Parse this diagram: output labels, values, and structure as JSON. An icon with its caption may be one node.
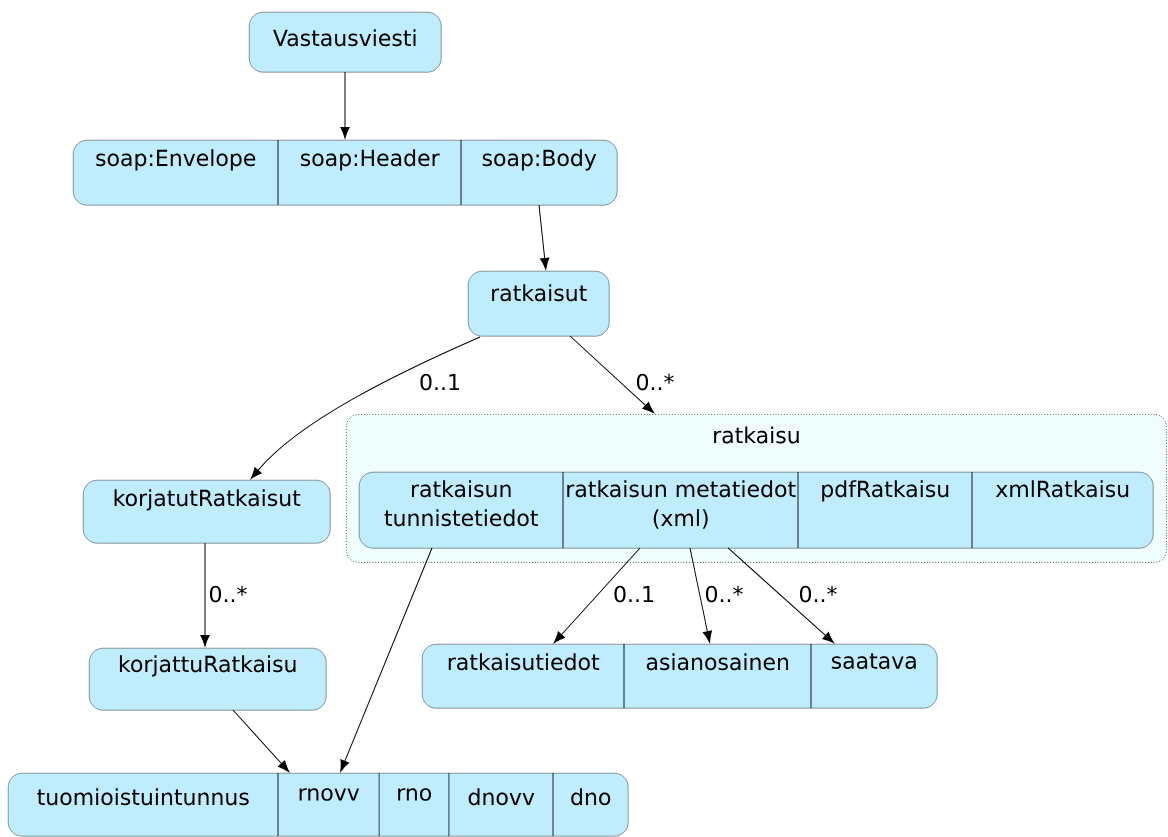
{
  "diagram": {
    "nodes": [
      {
        "text": [
          "Vastausviesti"
        ]
      },
      {
        "text": [],
        "shape": "box"
      },
      {
        "text": [
          "soap:Envelope"
        ],
        "in": 1
      },
      {
        "text": [
          "soap:Header"
        ],
        "in": 1
      },
      {
        "text": [
          "soap:Body"
        ],
        "in": 1
      },
      {
        "text": [
          "ratkaisut"
        ]
      },
      {
        "text": [
          "ratkaisu"
        ]
      },
      {
        "text": [],
        "shape": "box",
        "in": 6
      },
      {
        "text": [
          "ratkaisun tunnistetiedot"
        ],
        "in": 7
      },
      {
        "text": [
          "ratkaisun metatiedot (xml)"
        ],
        "in": 7
      },
      {
        "text": [
          "pdfRatkaisu"
        ],
        "in": 7
      },
      {
        "text": [
          "xmlRatkaisu"
        ],
        "in": 7
      },
      {
        "text": [
          "korjatutRatkaisut"
        ]
      },
      {
        "text": [
          "korjattuRatkaisu"
        ]
      },
      {
        "text": [],
        "shape": "box"
      },
      {
        "text": [
          "ratkaisutiedot"
        ],
        "in": 14
      },
      {
        "text": [
          "asianosainen"
        ],
        "in": 14
      },
      {
        "text": [
          "saatava"
        ],
        "in": 14
      },
      {
        "text": [],
        "shape": "box"
      },
      {
        "text": [
          "tuomioistuintunnus"
        ],
        "in": 18
      },
      {
        "text": [
          "rnovv"
        ],
        "in": 18
      },
      {
        "text": [
          "rno"
        ],
        "in": 18
      },
      {
        "text": [
          "dnovv"
        ],
        "in": 18
      },
      {
        "text": [
          "dno"
        ],
        "in": 18
      }
    ],
    "edges": [
      {
        "from": 0,
        "to": 3,
        "arrow": "to"
      },
      {
        "from": 4,
        "to": 5,
        "arrow": "to"
      },
      {
        "from": 5,
        "to": 12,
        "arrow": "to",
        "label": "0..1"
      },
      {
        "from": 5,
        "to": 6,
        "arrow": "to",
        "label": "0..*"
      },
      {
        "from": 12,
        "to": 13,
        "arrow": "to",
        "label": "0..*"
      },
      {
        "from": 13,
        "to": 20,
        "arrow": "to"
      },
      {
        "from": 8,
        "to": 20,
        "arrow": "to"
      },
      {
        "from": 9,
        "to": 15,
        "arrow": "to",
        "label": "0..1"
      },
      {
        "from": 9,
        "to": 16,
        "arrow": "to",
        "label": "0..*"
      },
      {
        "from": 9,
        "to": 17,
        "arrow": "to",
        "label": "0..*"
      }
    ]
  }
}
